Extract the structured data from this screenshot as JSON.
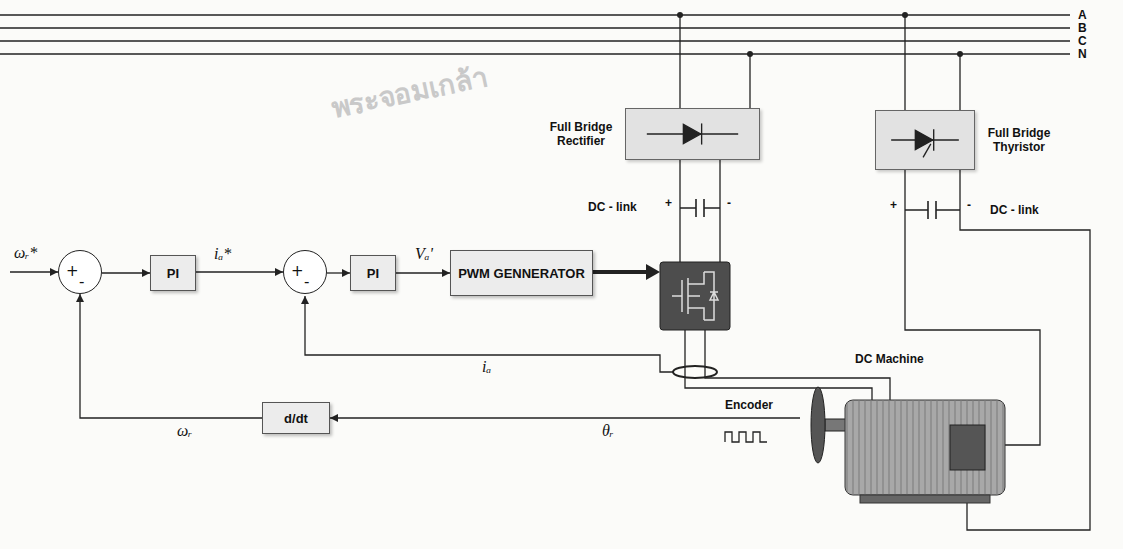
{
  "diagram": {
    "nodes": [
      {
        "text": [
          "Full Bridge Rectifier"
        ]
      },
      {
        "text": [
          "Full Bridge Thyristor"
        ]
      },
      {
        "text": [
          "+",
          "-"
        ]
      },
      {
        "text": [
          "PI"
        ]
      },
      {
        "text": [
          "+",
          "-"
        ]
      },
      {
        "text": [
          "PI"
        ]
      },
      {
        "text": [
          "PWM GENNERATOR"
        ]
      },
      {
        "text": [
          "DC Machine"
        ]
      },
      {
        "text": [
          "d/dt"
        ]
      }
    ],
    "edges": [
      {
        "from": 2,
        "to": 3,
        "arrow": "to"
      },
      {
        "from": 3,
        "to": 4,
        "label": "iₐ*",
        "arrow": "to"
      },
      {
        "from": 4,
        "to": 5,
        "arrow": "to"
      },
      {
        "from": 5,
        "to": 6,
        "label": "Vₐ'",
        "arrow": "to"
      },
      {
        "from": 7,
        "to": 8,
        "label": "θᵣ",
        "arrow": "to"
      },
      {
        "from": 8,
        "to": 2,
        "label": "ωᵣ",
        "arrow": "to"
      }
    ],
    "labels": [
      "A",
      "B",
      "C",
      "N",
      "DC - link",
      "+",
      "-",
      "+",
      "-",
      "DC - link",
      "ωᵣ*",
      "iₐ",
      "Encoder",
      "พระจอมเกล้า"
    ]
  }
}
